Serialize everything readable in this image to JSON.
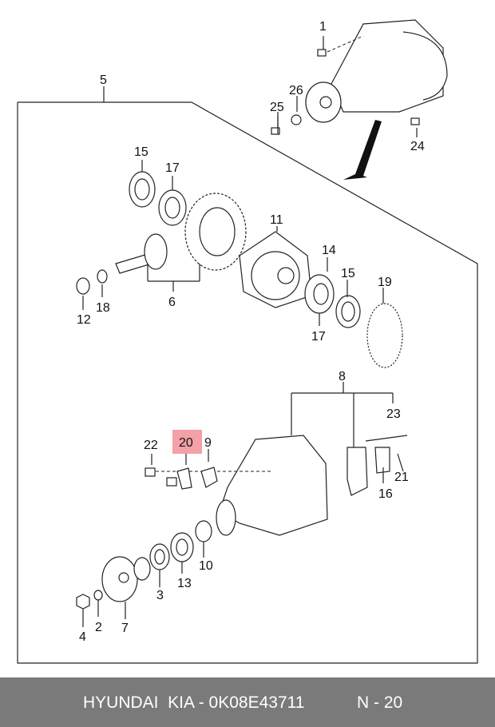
{
  "diagram": {
    "callouts": [
      "1",
      "2",
      "3",
      "4",
      "5",
      "6",
      "7",
      "8",
      "9",
      "10",
      "11",
      "12",
      "13",
      "14",
      "15",
      "15",
      "16",
      "17",
      "17",
      "18",
      "19",
      "20",
      "21",
      "22",
      "23",
      "24",
      "25",
      "26"
    ],
    "highlighted_callout": "20",
    "highlight_color": "#f4a0a8"
  },
  "footer": {
    "brand": "HYUNDAI  KIA - 0K08E43711",
    "page": "N - 20",
    "background": "#7a7a7a"
  }
}
